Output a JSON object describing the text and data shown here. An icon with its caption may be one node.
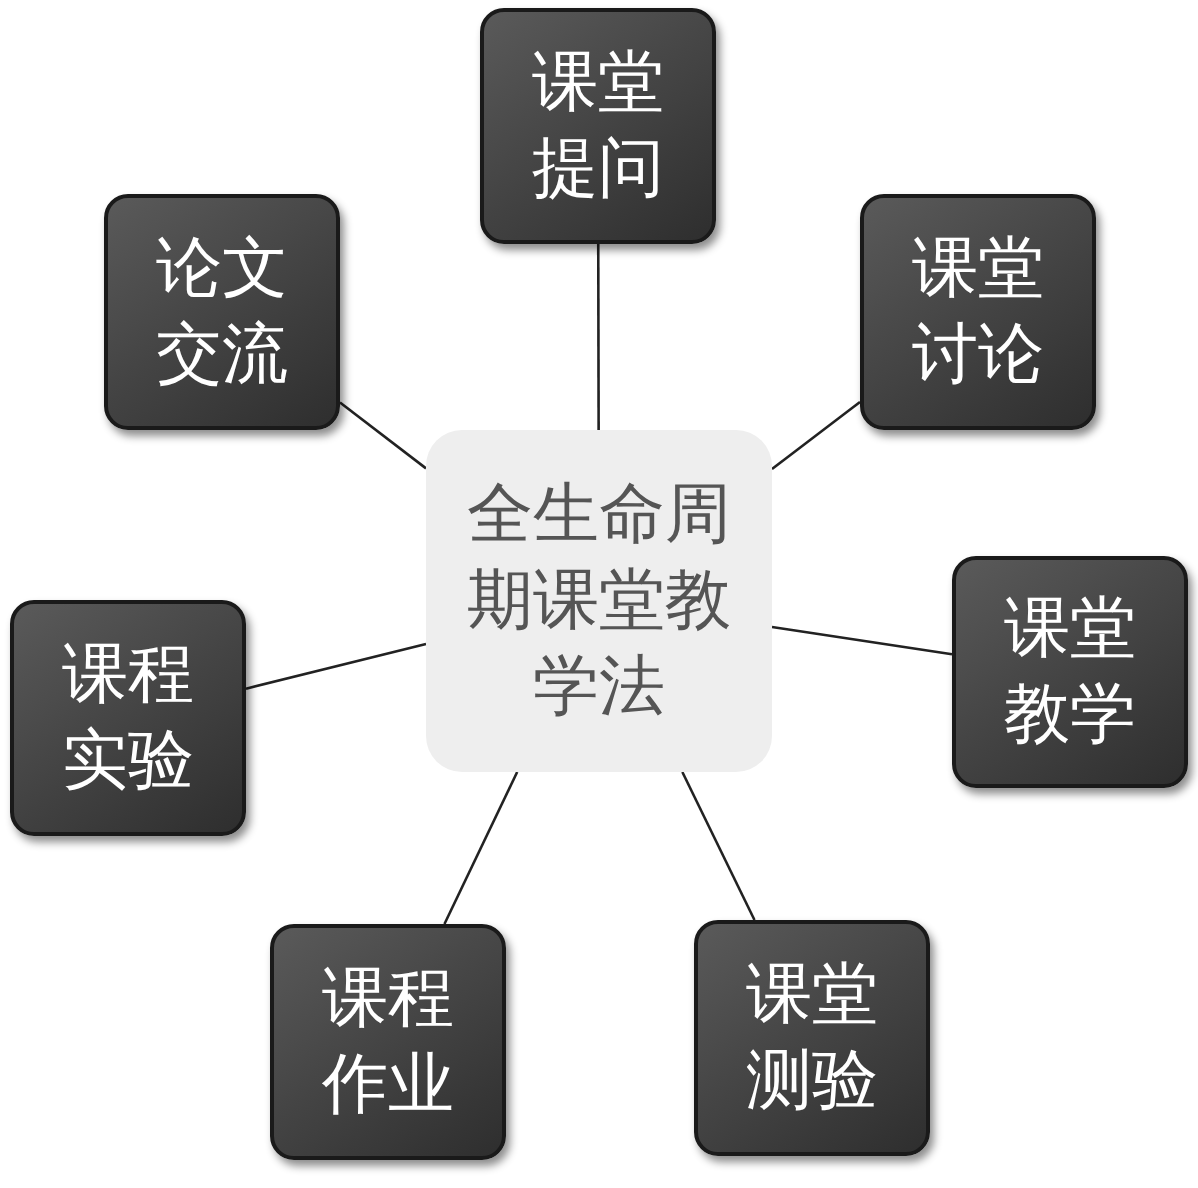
{
  "diagram": {
    "nodes": [
      {
        "text": [
          "全生命周期课堂教学法"
        ]
      },
      {
        "text": [
          "课堂提问"
        ]
      },
      {
        "text": [
          "课堂讨论"
        ]
      },
      {
        "text": [
          "课堂教学"
        ]
      },
      {
        "text": [
          "课堂测验"
        ]
      },
      {
        "text": [
          "课程作业"
        ]
      },
      {
        "text": [
          "课程实验"
        ]
      },
      {
        "text": [
          "论文交流"
        ]
      }
    ],
    "edges": [
      {
        "from": 0,
        "to": 1,
        "arrow": "none"
      },
      {
        "from": 0,
        "to": 2,
        "arrow": "none"
      },
      {
        "from": 0,
        "to": 3,
        "arrow": "none"
      },
      {
        "from": 0,
        "to": 4,
        "arrow": "none"
      },
      {
        "from": 0,
        "to": 5,
        "arrow": "none"
      },
      {
        "from": 0,
        "to": 6,
        "arrow": "none"
      },
      {
        "from": 0,
        "to": 7,
        "arrow": "none"
      }
    ]
  }
}
